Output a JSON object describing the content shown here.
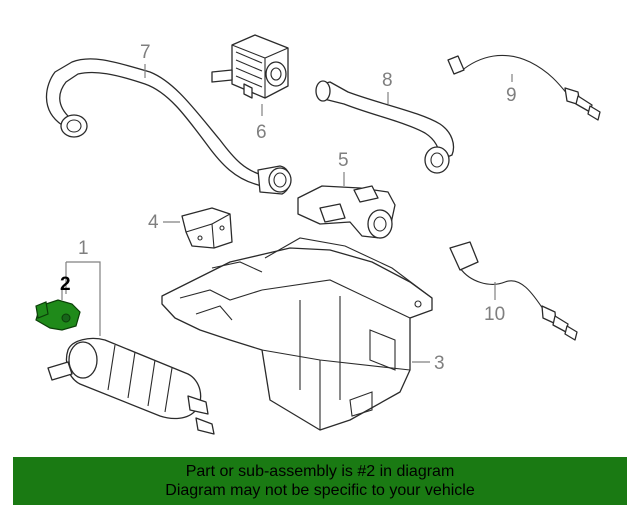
{
  "callouts": [
    {
      "id": "1",
      "label": "1",
      "highlighted": false
    },
    {
      "id": "2",
      "label": "2",
      "highlighted": true
    },
    {
      "id": "3",
      "label": "3",
      "highlighted": false
    },
    {
      "id": "4",
      "label": "4",
      "highlighted": false
    },
    {
      "id": "5",
      "label": "5",
      "highlighted": false
    },
    {
      "id": "6",
      "label": "6",
      "highlighted": false
    },
    {
      "id": "7",
      "label": "7",
      "highlighted": false
    },
    {
      "id": "8",
      "label": "8",
      "highlighted": false
    },
    {
      "id": "9",
      "label": "9",
      "highlighted": false
    },
    {
      "id": "10",
      "label": "10",
      "highlighted": false
    }
  ],
  "banner": {
    "line1": "Part or sub-assembly is #2 in diagram",
    "line2": "Diagram may not be specific to your vehicle"
  },
  "colors": {
    "banner_bg": "#1a7a13",
    "highlight_part": "#1f8a1a",
    "callout_text": "#7f7f7f",
    "line_art": "#2b2b2b"
  }
}
